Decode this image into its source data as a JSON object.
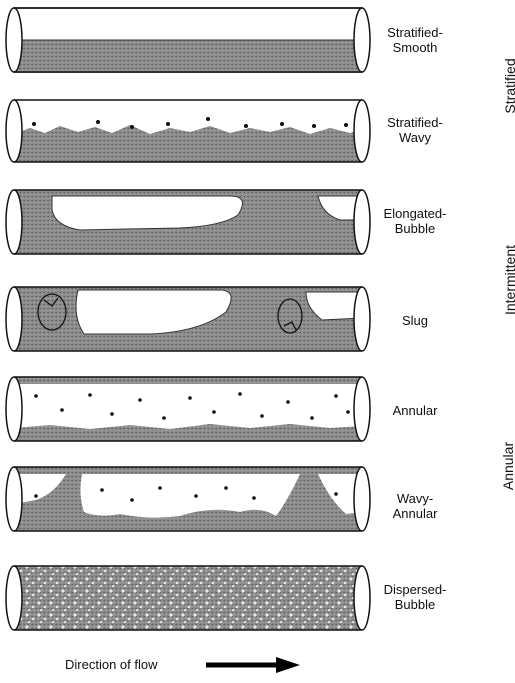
{
  "regimes": [
    {
      "label": "Stratified-\nSmooth"
    },
    {
      "label": "Stratified-\nWavy"
    },
    {
      "label": "Elongated-\nBubble"
    },
    {
      "label": "Slug"
    },
    {
      "label": "Annular"
    },
    {
      "label": "Wavy-\nAnnular"
    },
    {
      "label": "Dispersed-\nBubble"
    }
  ],
  "groups": [
    {
      "label": "Stratified"
    },
    {
      "label": "Intermittent"
    },
    {
      "label": "Annular"
    }
  ],
  "flow": {
    "label": "Direction of flow"
  }
}
